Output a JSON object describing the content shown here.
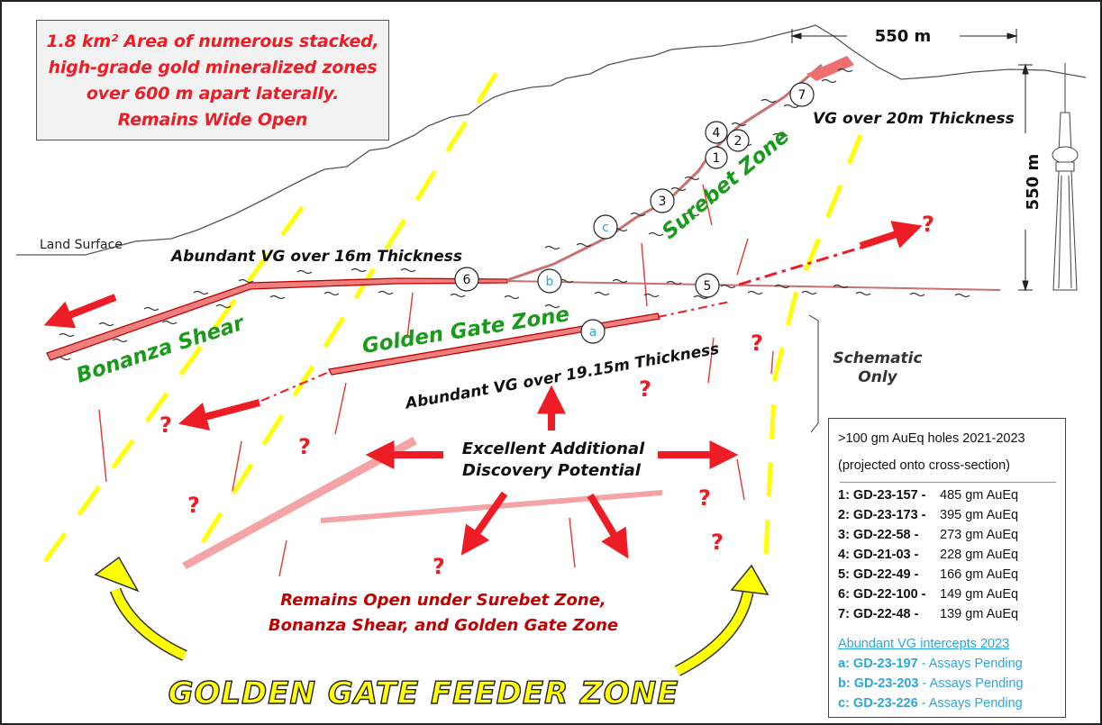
{
  "headline": {
    "line1": "1.8 km² Area of numerous stacked,",
    "line2": "high-grade gold mineralized zones",
    "line3": "over 600 m apart laterally.",
    "line4": "Remains Wide Open"
  },
  "scale": {
    "horizontal": "550 m",
    "vertical": "550 m"
  },
  "land_surface_label": "Land Surface",
  "zones": {
    "surebet": "Surebet Zone",
    "golden_gate": "Golden Gate Zone",
    "bonanza": "Bonanza Shear",
    "feeder": "GOLDEN GATE FEEDER ZONE"
  },
  "annotations": {
    "vg_20m": "VG over 20m Thickness",
    "vg_16m": "Abundant VG over 16m Thickness",
    "vg_1915m": "Abundant VG over 19.15m Thickness",
    "discovery_line1": "Excellent Additional",
    "discovery_line2": "Discovery Potential",
    "open_line1": "Remains Open under Surebet Zone,",
    "open_line2": "Bonanza Shear, and Golden Gate Zone",
    "schematic_line1": "Schematic",
    "schematic_line2": "Only",
    "question": "?"
  },
  "markers": {
    "m1": "1",
    "m2": "2",
    "m3": "3",
    "m4": "4",
    "m5": "5",
    "m6": "6",
    "m7": "7",
    "ma": "a",
    "mb": "b",
    "mc": "c"
  },
  "legend": {
    "title_line1": ">100 gm AuEq holes 2021-2023",
    "title_line2": "(projected onto cross-section)",
    "holes": [
      {
        "id": "1: GD-23-157 -",
        "value": "485 gm AuEq"
      },
      {
        "id": "2: GD-23-173 -",
        "value": "395 gm AuEq"
      },
      {
        "id": "3: GD-22-58 -",
        "value": "273 gm AuEq"
      },
      {
        "id": "4: GD-21-03 -",
        "value": "228 gm AuEq"
      },
      {
        "id": "5: GD-22-49 -",
        "value": "166 gm AuEq"
      },
      {
        "id": "6: GD-22-100 -",
        "value": "149 gm AuEq"
      },
      {
        "id": "7: GD-22-48 -",
        "value": "139 gm AuEq"
      }
    ],
    "pending_title": "Abundant VG intercepts 2023",
    "pending": [
      {
        "id": "a: GD-23-197",
        "value": " - Assays Pending"
      },
      {
        "id": "b: GD-23-203",
        "value": " - Assays Pending"
      },
      {
        "id": "c: GD-23-226",
        "value": " - Assays Pending"
      }
    ]
  },
  "colors": {
    "red": "#ee1c24",
    "dark_red": "#c00000",
    "green": "#1a9a1a",
    "yellow": "#ffff00",
    "vein_fill": "#f08080",
    "blue": "#2aa7df"
  }
}
